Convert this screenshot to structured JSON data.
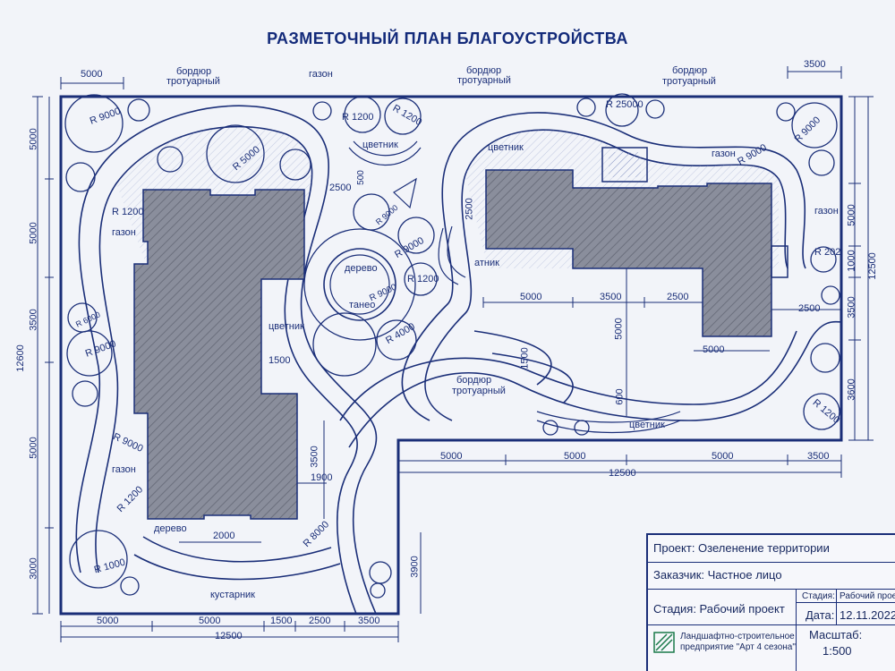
{
  "title": "РАЗМЕТОЧНЫЙ ПЛАН БЛАГОУСТРОЙСТВА",
  "labels": {
    "border_left_1": "бордюр",
    "border_left_2": "тротуарный",
    "lawn_top": "газон",
    "border_mid_1": "бордюр",
    "border_mid_2": "тротуарный",
    "border_right_1": "бордюр",
    "border_right_2": "тротуарный",
    "flowerbed_top": "цветник",
    "flowerbed_right": "цветник",
    "lawn_right": "газон",
    "lawn_far_right": "газон",
    "lawn_left_top": "газон",
    "tree_center": "дерево",
    "shade": "танео",
    "atnik": "атник",
    "flowerbed_center": "цветник",
    "border_low_1": "бордюр",
    "border_low_2": "тротуарный",
    "flowerbed_bottom": "цветник",
    "lawn_left_bottom": "газон",
    "tree_bottom": "дерево",
    "shrub": "кустарник"
  },
  "radii": {
    "r9000_a": "R 9000",
    "r1200_a": "R 1200",
    "r1200_b": "R 1200",
    "r25000": "R 25000",
    "r9000_b": "R 9000",
    "r9000_c": "R 9000",
    "r5000": "R 5000",
    "r1200_c": "R 1200",
    "r9000_d": "R 9000",
    "r9000_e": "R 9000",
    "r9000_f": "R 9000",
    "r1200_d": "R 1200",
    "r202": "R 202",
    "r9000_g": "R 9000",
    "r6000": "R 6000",
    "r9000_h": "R 9000",
    "r4000": "R 4000",
    "r9000_i": "R 9000",
    "r1200_e": "R 1200",
    "r1200_f": "R 1200",
    "r8000": "R 8000",
    "r1000": "R 1000"
  },
  "dims": {
    "top_5000": "5000",
    "top_3500": "3500",
    "left_5000_1": "5000",
    "left_5000_2": "5000",
    "left_3500": "3500",
    "left_12600": "12600",
    "left_5000_3": "5000",
    "left_3000": "3000",
    "d2500_a": "2500",
    "d500": "500",
    "d2500_b": "2500",
    "d5000_a": "5000",
    "d3500_a": "3500",
    "d2500_c": "2500",
    "d5000_b": "5000",
    "d2500_d": "2500",
    "d5000_c": "5000",
    "d1500_a": "1500",
    "d1500_b": "1500",
    "d600": "600",
    "d3500_b": "3500",
    "d1900": "1900",
    "d2000": "2000",
    "d3900": "3900",
    "mid_5000_1": "5000",
    "mid_5000_2": "5000",
    "mid_5000_3": "5000",
    "mid_3500": "3500",
    "mid_12500": "12500",
    "r_5000": "5000",
    "r_1000": "1000",
    "r_12500": "12500",
    "r_3500": "3500",
    "r_3600": "3600",
    "bot_5000_1": "5000",
    "bot_5000_2": "5000",
    "bot_1500": "1500",
    "bot_2500": "2500",
    "bot_3500": "3500",
    "bot_12500": "12500"
  },
  "title_block": {
    "project": "Проект: Озеленение территории",
    "customer": "Заказчик: Частное лицо",
    "stage": "Стадия: Рабочий проект",
    "stage_small_label": "Стадия:",
    "stage_small_value": "Рабочий проект",
    "date_label": "Дата:",
    "date_value": "12.11.2022",
    "company_1": "Ландшафтно-строительное",
    "company_2": "предприятие \"Арт 4 сезона\"",
    "scale_label": "Масштаб:",
    "scale_value": "1:500"
  },
  "colors": {
    "ink": "#1a2e78",
    "paper": "#f2f4f9",
    "building": "#7c8090"
  }
}
